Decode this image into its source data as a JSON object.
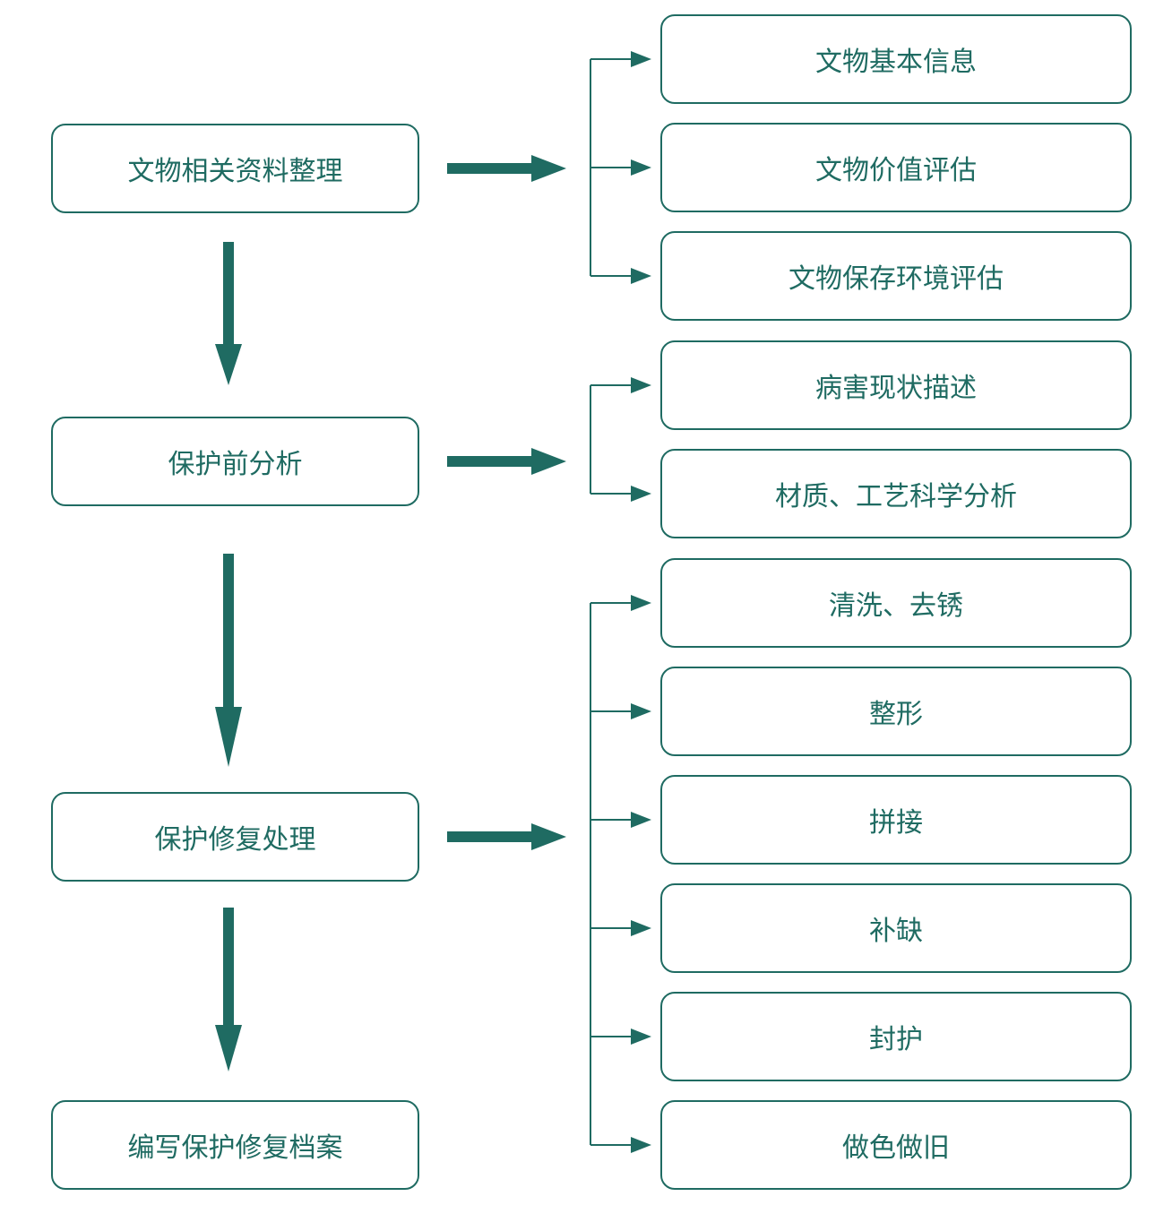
{
  "colors": {
    "primary": "#1f6b62",
    "background": "#ffffff"
  },
  "steps": [
    {
      "label": "文物相关资料整理",
      "details": [
        "文物基本信息",
        "文物价值评估",
        "文物保存环境评估"
      ]
    },
    {
      "label": "保护前分析",
      "details": [
        "病害现状描述",
        "材质、工艺科学分析"
      ]
    },
    {
      "label": "保护修复处理",
      "details": [
        "清洗、去锈",
        "整形",
        "拼接",
        "补缺",
        "封护",
        "做色做旧"
      ]
    },
    {
      "label": "编写保护修复档案",
      "details": []
    }
  ]
}
